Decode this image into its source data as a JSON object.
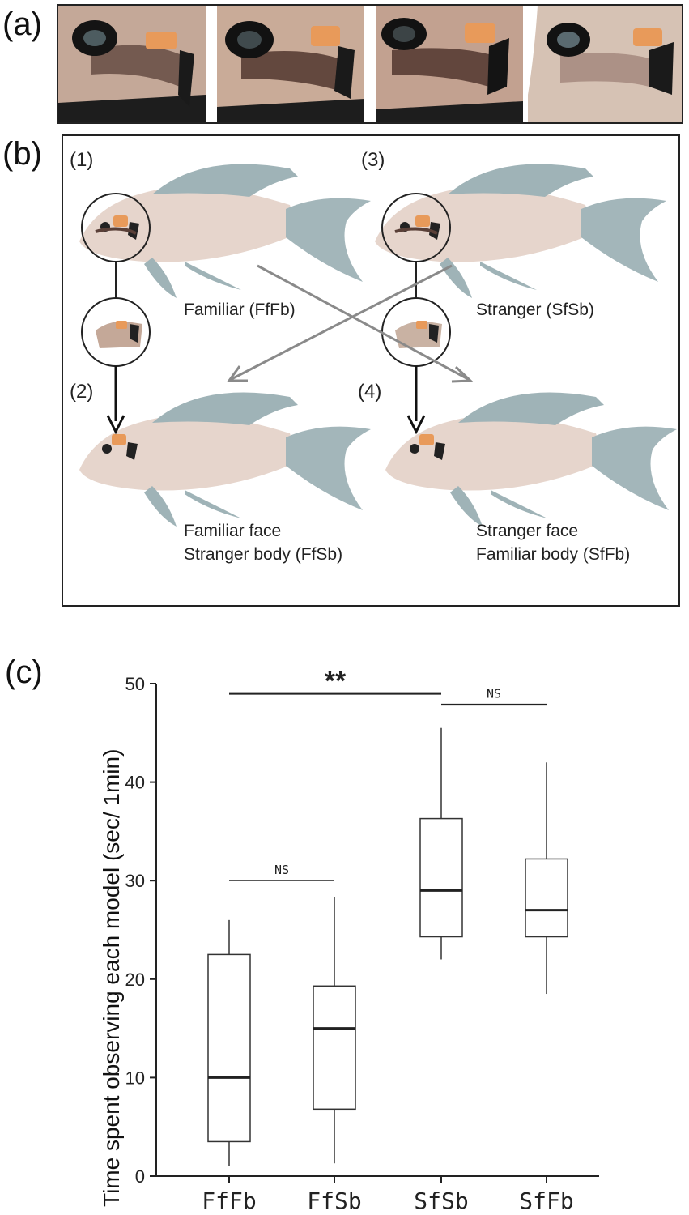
{
  "panels": {
    "a": "(a)",
    "b": "(b)",
    "c": "(c)"
  },
  "figure_b": {
    "markers": [
      "(1)",
      "(2)",
      "(3)",
      "(4)"
    ],
    "captions": {
      "familiar": "Familiar (FfFb)",
      "stranger": "Stranger (SfSb)",
      "ffsb_line1": "Familiar face",
      "ffsb_line2": "Stranger body (FfSb)",
      "sffb_line1": "Stranger face",
      "sffb_line2": "Familiar body (SfFb)"
    }
  },
  "colors": {
    "fish_body": "#e6d5cc",
    "fish_fin": "#9fb3b7",
    "face_patch": "#e89a5a",
    "skin": "#c4a898",
    "arrow_grey": "#8a8a8a"
  },
  "chart_data": {
    "type": "box",
    "title": "",
    "xlabel": "",
    "ylabel": "Time spent observing each model (sec/ 1min)",
    "ylim": [
      0,
      50
    ],
    "yticks": [
      0,
      10,
      20,
      30,
      40,
      50
    ],
    "categories": [
      "FfFb",
      "FfSb",
      "SfSb",
      "SfFb"
    ],
    "boxes": [
      {
        "whisker_low": 1,
        "q1": 3.5,
        "median": 10,
        "q3": 22.5,
        "whisker_high": 26
      },
      {
        "whisker_low": 1.3,
        "q1": 6.8,
        "median": 15,
        "q3": 19.3,
        "whisker_high": 28.3
      },
      {
        "whisker_low": 22,
        "q1": 24.3,
        "median": 29,
        "q3": 36.3,
        "whisker_high": 45.5
      },
      {
        "whisker_low": 18.5,
        "q1": 24.3,
        "median": 27,
        "q3": 32.2,
        "whisker_high": 42
      }
    ],
    "annotations": [
      {
        "from": 0,
        "to": 2,
        "y": 49,
        "label": "**",
        "bold": true
      },
      {
        "from": 2,
        "to": 3,
        "y": 47.9,
        "label": "NS",
        "bold": false
      },
      {
        "from": 0,
        "to": 1,
        "y": 30,
        "label": "NS",
        "bold": false
      }
    ]
  }
}
